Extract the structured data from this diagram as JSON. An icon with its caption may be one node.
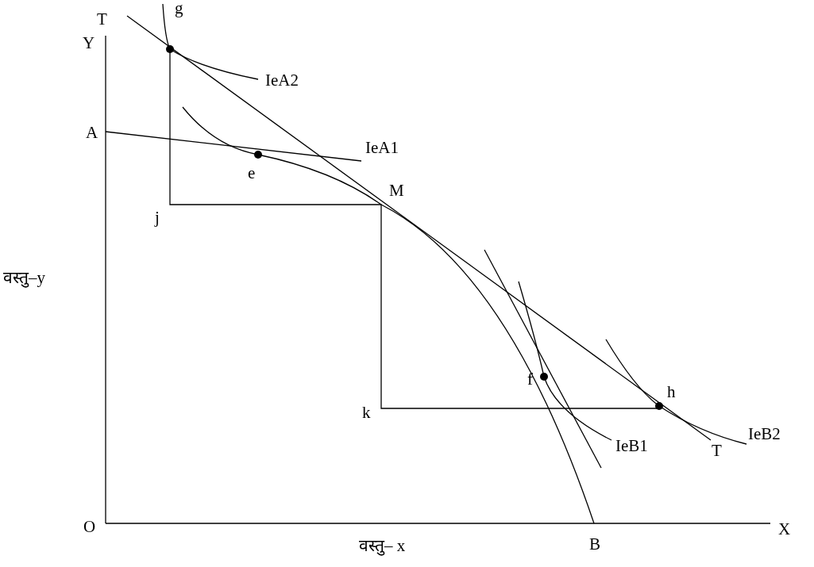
{
  "diagram": {
    "labels": [
      "T",
      "g",
      "Y",
      "IeA2",
      "A",
      "e",
      "IeA1",
      "M",
      "j",
      "वस्तु–y",
      "f",
      "h",
      "k",
      "IeB1",
      "T",
      "IeB2",
      "O",
      "वस्तु– x",
      "B",
      "X"
    ]
  }
}
